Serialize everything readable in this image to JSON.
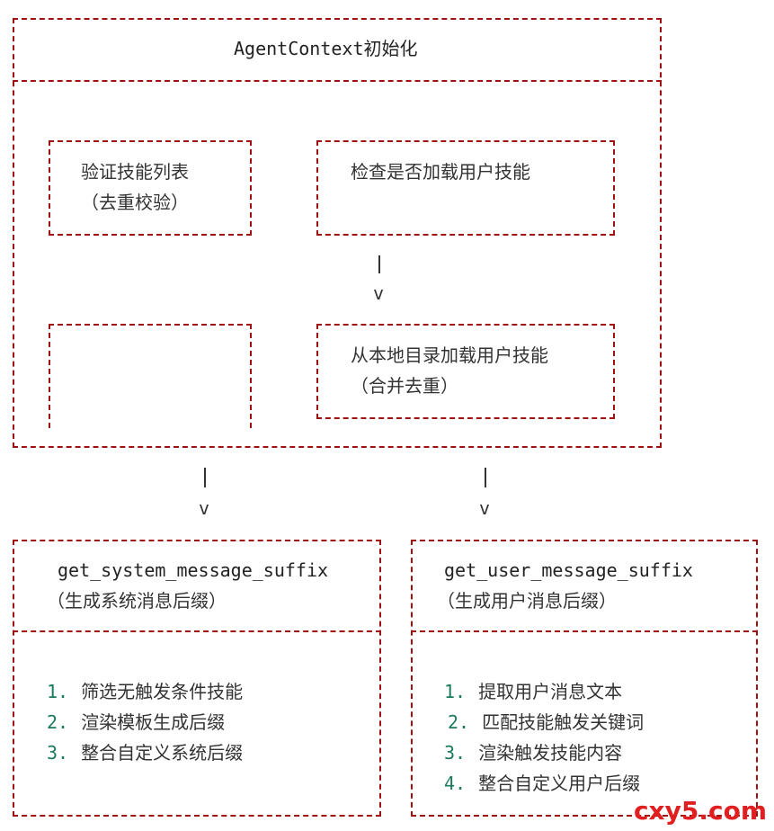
{
  "top": {
    "title": "AgentContext初始化",
    "validate_line1": "验证技能列表",
    "validate_line2": "（去重校验）",
    "check_label": "检查是否加载用户技能",
    "arrow": "v",
    "load_line1": "从本地目录加载用户技能",
    "load_line2": "（合并去重）"
  },
  "arrows": {
    "left": "v",
    "right": "v"
  },
  "system": {
    "func": "get_system_message_suffix",
    "desc": "（生成系统消息后缀）",
    "steps": [
      {
        "num": "1.",
        "text": "筛选无触发条件技能"
      },
      {
        "num": "2.",
        "text": "渲染模板生成后缀"
      },
      {
        "num": "3.",
        "text": "整合自定义系统后缀"
      }
    ]
  },
  "user": {
    "func": "get_user_message_suffix",
    "desc": "（生成用户消息后缀）",
    "steps": [
      {
        "num": "1.",
        "text": "提取用户消息文本"
      },
      {
        "num": "2.",
        "text": "匹配技能触发关键词"
      },
      {
        "num": "3.",
        "text": "渲染触发技能内容"
      },
      {
        "num": "4.",
        "text": "整合自定义用户后缀"
      }
    ]
  },
  "watermark": "cxy5.com"
}
